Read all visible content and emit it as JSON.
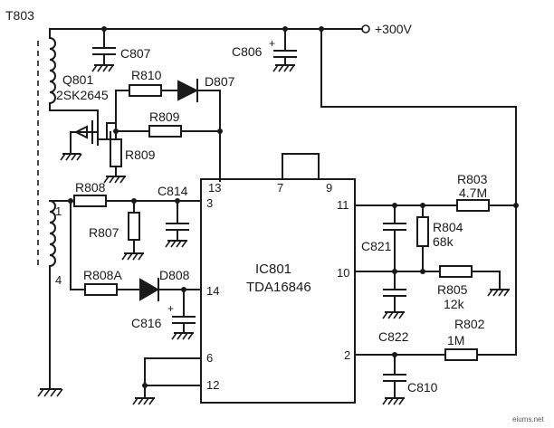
{
  "supply": "+300V",
  "transformer": {
    "ref": "T803",
    "winding_start": "1",
    "winding_end": "4"
  },
  "mosfet": {
    "ref": "Q801",
    "part": "2SK2645"
  },
  "ic": {
    "ref": "IC801",
    "part": "TDA16846"
  },
  "pins": {
    "p13": "13",
    "p7": "7",
    "p9": "9",
    "p3": "3",
    "p11": "11",
    "p10": "10",
    "p14": "14",
    "p6": "6",
    "p12": "12",
    "p2": "2"
  },
  "components": {
    "C807": "C807",
    "C806": "C806",
    "R810": "R810",
    "D807": "D807",
    "R809a": "R809",
    "R809b": "R809",
    "R808": "R808",
    "C814": "C814",
    "R807": "R807",
    "R808A": "R808A",
    "D808": "D808",
    "C816": "C816",
    "R803": "R803",
    "R803v": "4.7M",
    "R804": "R804",
    "R804v": "68k",
    "C821": "C821",
    "R805": "R805",
    "R805v": "12k",
    "C822": "C822",
    "R802": "R802",
    "R802v": "1M",
    "C810": "C810"
  },
  "watermark": "eiums.net"
}
